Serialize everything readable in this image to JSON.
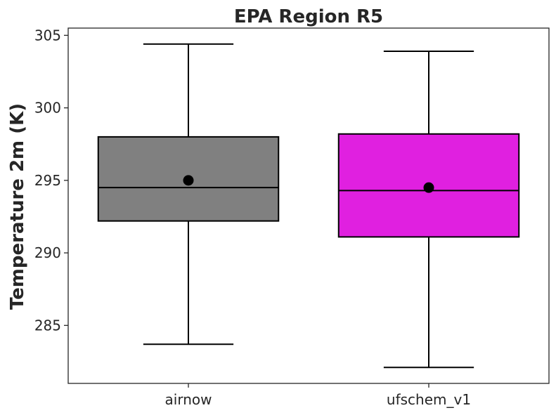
{
  "chart_data": {
    "type": "box",
    "title": "EPA Region R5",
    "xlabel": "",
    "ylabel": "Temperature 2m (K)",
    "ylim": [
      281,
      305.5
    ],
    "yticks": [
      285,
      290,
      295,
      300,
      305
    ],
    "grid": false,
    "legend": "none",
    "categories": [
      "airnow",
      "ufschem_v1"
    ],
    "boxes": [
      {
        "category": "airnow",
        "whisker_low": 283.7,
        "q1": 292.2,
        "median": 294.5,
        "q3": 298.0,
        "whisker_high": 304.4,
        "mean": 295.0,
        "color": "#808080"
      },
      {
        "category": "ufschem_v1",
        "whisker_low": 282.1,
        "q1": 291.1,
        "median": 294.3,
        "q3": 298.2,
        "whisker_high": 303.9,
        "mean": 294.5,
        "color": "#e020e0"
      }
    ]
  }
}
